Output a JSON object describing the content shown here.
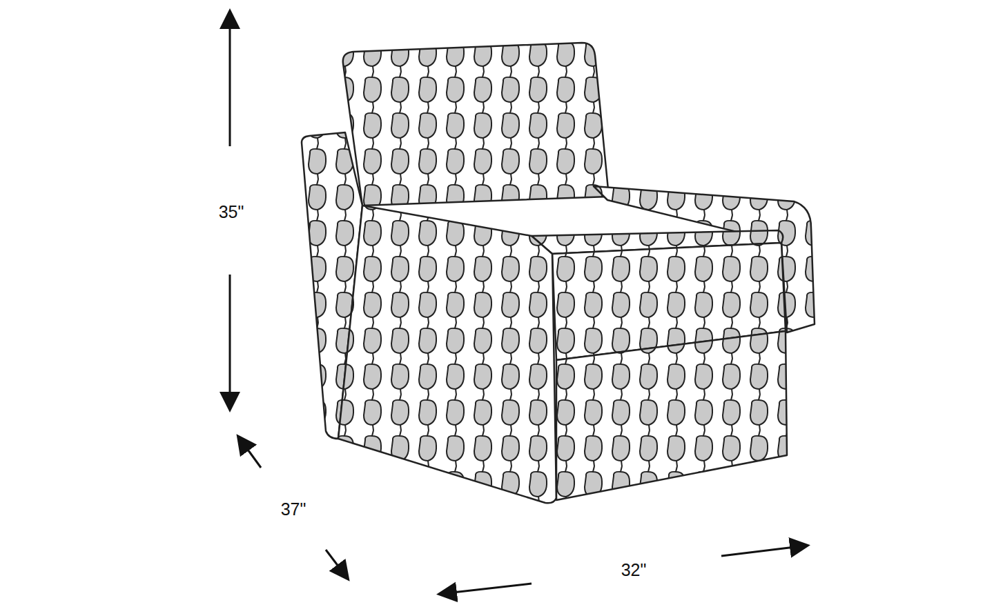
{
  "diagram": {
    "labels": [
      "35\"",
      "37\"",
      "32\""
    ]
  }
}
